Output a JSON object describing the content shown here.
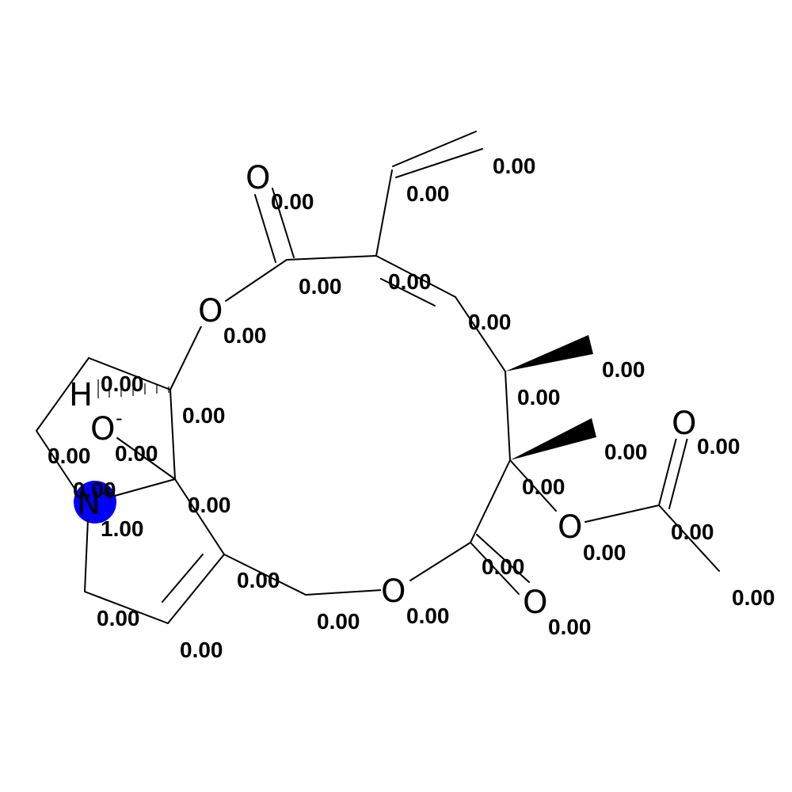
{
  "highlight_color": "#0000ff",
  "atoms": {
    "o_carbonyl_top": "O",
    "o_ring_upper": "O",
    "o_ring_lower": "O",
    "o_carbonyl_lower": "O",
    "o_acetoxy": "O",
    "o_acetyl_carbonyl": "O",
    "o_oxide": "O",
    "o_oxide_charge": "-",
    "n_plus": "N",
    "n_plus_charge": "+",
    "h_stereo": "H"
  },
  "atom_values": [
    "0.00",
    "0.00",
    "0.00",
    "0.00",
    "0.00",
    "0.00",
    "0.00",
    "0.00",
    "0.00",
    "0.00",
    "0.00",
    "0.00",
    "0.00",
    "0.00",
    "0.00",
    "0.00",
    "0.00",
    "0.00",
    "0.00",
    "0.00",
    "0.00",
    "0.00",
    "0.00",
    "0.00",
    "0.00",
    "0.00",
    "0.00",
    "1.00",
    "0.00"
  ]
}
